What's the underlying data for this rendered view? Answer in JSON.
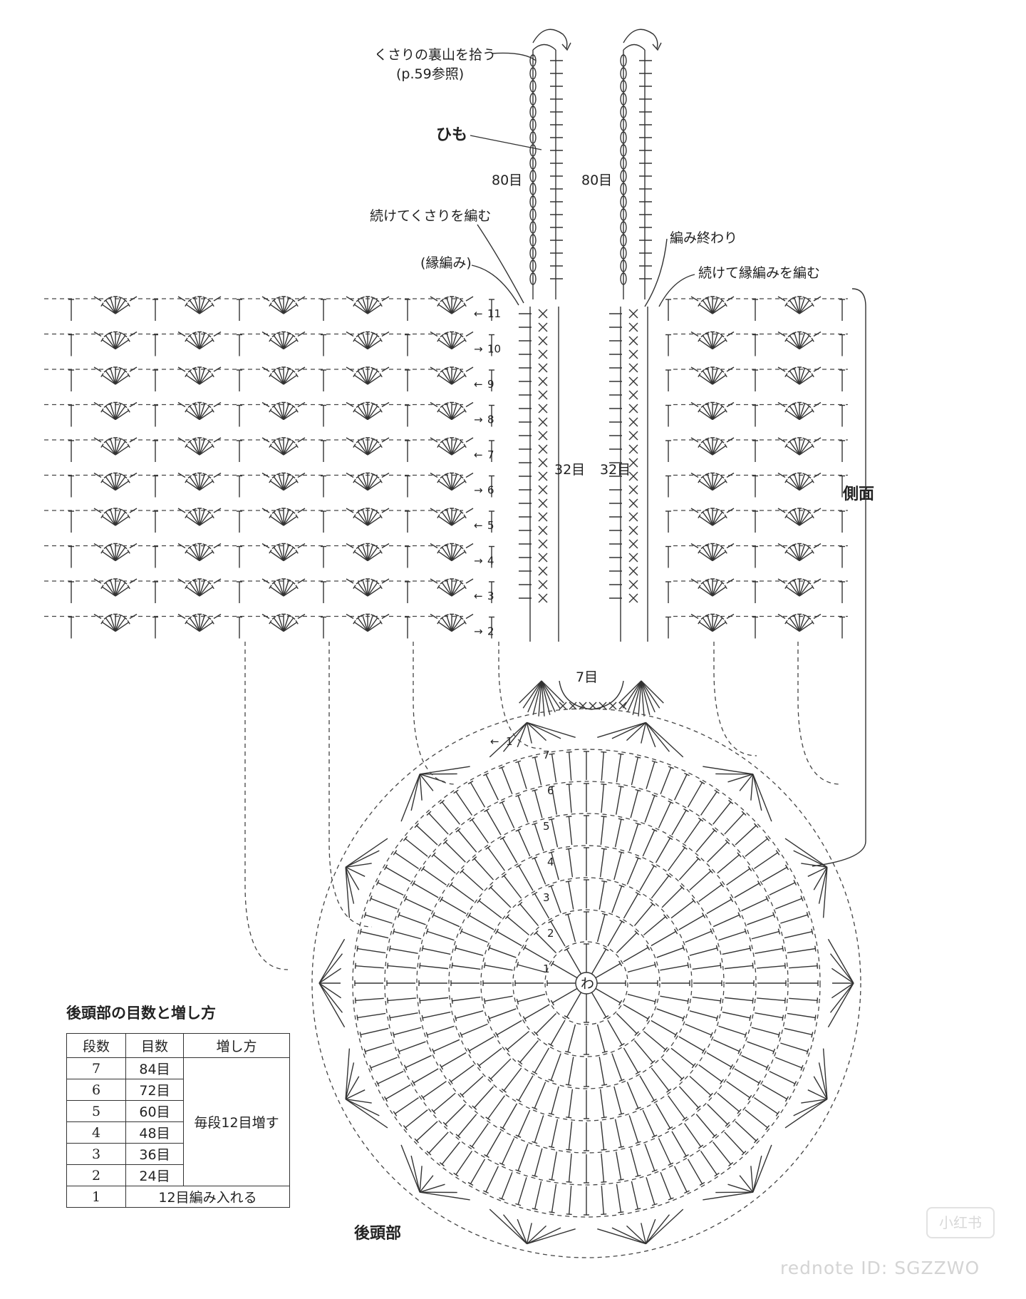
{
  "labels": {
    "pick_back_bumps": "くさりの裏山を拾う",
    "pick_back_ref": "(p.59参照)",
    "cord": "ひも",
    "cord_count_left": "80目",
    "cord_count_right": "80目",
    "continue_chain": "続けてくさりを編む",
    "edge_pattern": "(縁編み)",
    "finish": "編み終わり",
    "continue_edge": "続けて縁編みを編む",
    "band_count_left": "32目",
    "band_count_right": "32目",
    "gap_count": "7目",
    "side": "側面",
    "magic_ring": "わ",
    "back_of_head": "後頭部"
  },
  "side_rows": [
    "11",
    "10",
    "9",
    "8",
    "7",
    "6",
    "5",
    "4",
    "3",
    "2"
  ],
  "side_row_arrows": [
    "←",
    "→",
    "←",
    "→",
    "←",
    "→",
    "←",
    "→",
    "←",
    "→"
  ],
  "first_row": "1",
  "round_numbers": [
    "7",
    "6",
    "5",
    "4",
    "3",
    "2",
    "1"
  ],
  "table": {
    "title": "後頭部の目数と増し方",
    "headers": [
      "段数",
      "目数",
      "増し方"
    ],
    "rows": [
      {
        "round": "7",
        "count": "84目"
      },
      {
        "round": "6",
        "count": "72目"
      },
      {
        "round": "5",
        "count": "60目"
      },
      {
        "round": "4",
        "count": "48目"
      },
      {
        "round": "3",
        "count": "36目"
      },
      {
        "round": "2",
        "count": "24目"
      }
    ],
    "method_merged": "毎段12目増す",
    "last_row": {
      "round": "1",
      "text": "12目編み入れる"
    }
  },
  "watermark": {
    "badge": "小红书",
    "text": "rednote ID: SGZZWO"
  }
}
